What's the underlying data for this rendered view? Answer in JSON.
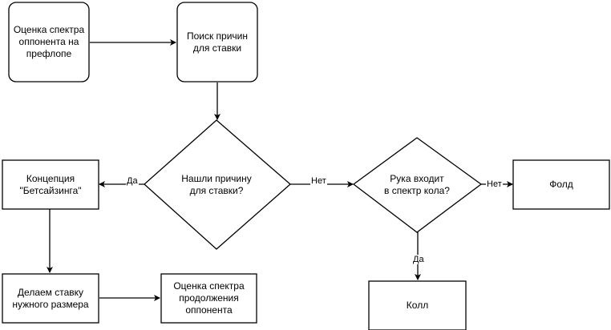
{
  "nodes": {
    "range_preflop": "Оценка спектра\nоппонента на\nпрефлопе",
    "search_reason": "Поиск причин\nдля ставки",
    "found_reason": "Нашли причину\nдля ставки?",
    "hand_in_call_range": "Рука входит\nв спектр кола?",
    "fold": "Фолд",
    "betsizing_concept": "Концепция\n\"Бетсайзинга\"",
    "bet_size": "Делаем ставку\nнужного размера",
    "range_continue": "Оценка спектра\nпродолжения\nоппонента",
    "call": "Колл"
  },
  "edge_labels": {
    "yes_left": "Да",
    "no_right": "Нет",
    "no_fold": "Нет",
    "yes_call": "Да"
  },
  "colors": {
    "stroke": "#000000",
    "fill": "#ffffff"
  }
}
